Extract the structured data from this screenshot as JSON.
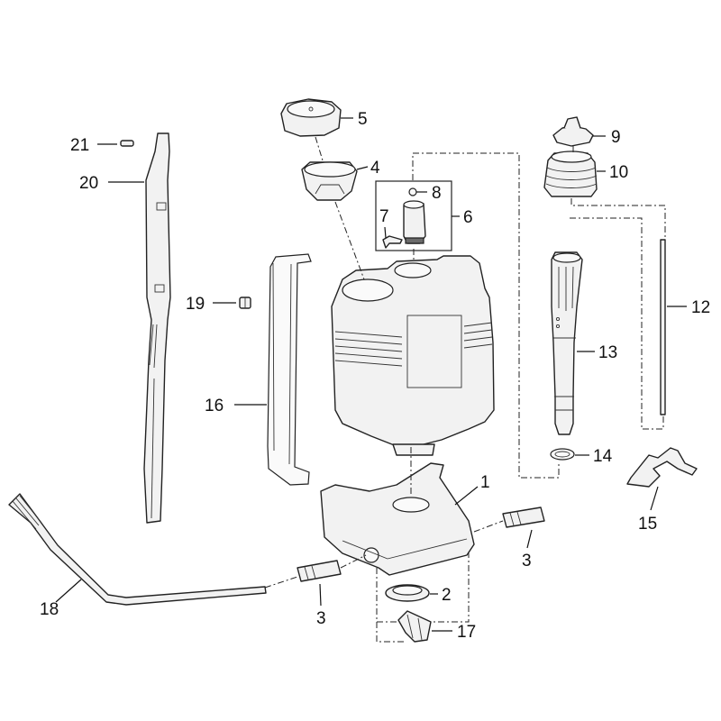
{
  "callouts": [
    {
      "key": "c1",
      "label": "1"
    },
    {
      "key": "c2",
      "label": "2"
    },
    {
      "key": "c3a",
      "label": "3"
    },
    {
      "key": "c3b",
      "label": "3"
    },
    {
      "key": "c4",
      "label": "4"
    },
    {
      "key": "c5",
      "label": "5"
    },
    {
      "key": "c6",
      "label": "6"
    },
    {
      "key": "c7",
      "label": "7"
    },
    {
      "key": "c8",
      "label": "8"
    },
    {
      "key": "c9",
      "label": "9"
    },
    {
      "key": "c10",
      "label": "10"
    },
    {
      "key": "c12",
      "label": "12"
    },
    {
      "key": "c13",
      "label": "13"
    },
    {
      "key": "c14",
      "label": "14"
    },
    {
      "key": "c15",
      "label": "15"
    },
    {
      "key": "c16",
      "label": "16"
    },
    {
      "key": "c17",
      "label": "17"
    },
    {
      "key": "c18",
      "label": "18"
    },
    {
      "key": "c19",
      "label": "19"
    },
    {
      "key": "c20",
      "label": "20"
    },
    {
      "key": "c21",
      "label": "21"
    }
  ],
  "colors": {
    "line": "#222222",
    "part_fill": "#f2f2f2",
    "background": "#ffffff"
  }
}
